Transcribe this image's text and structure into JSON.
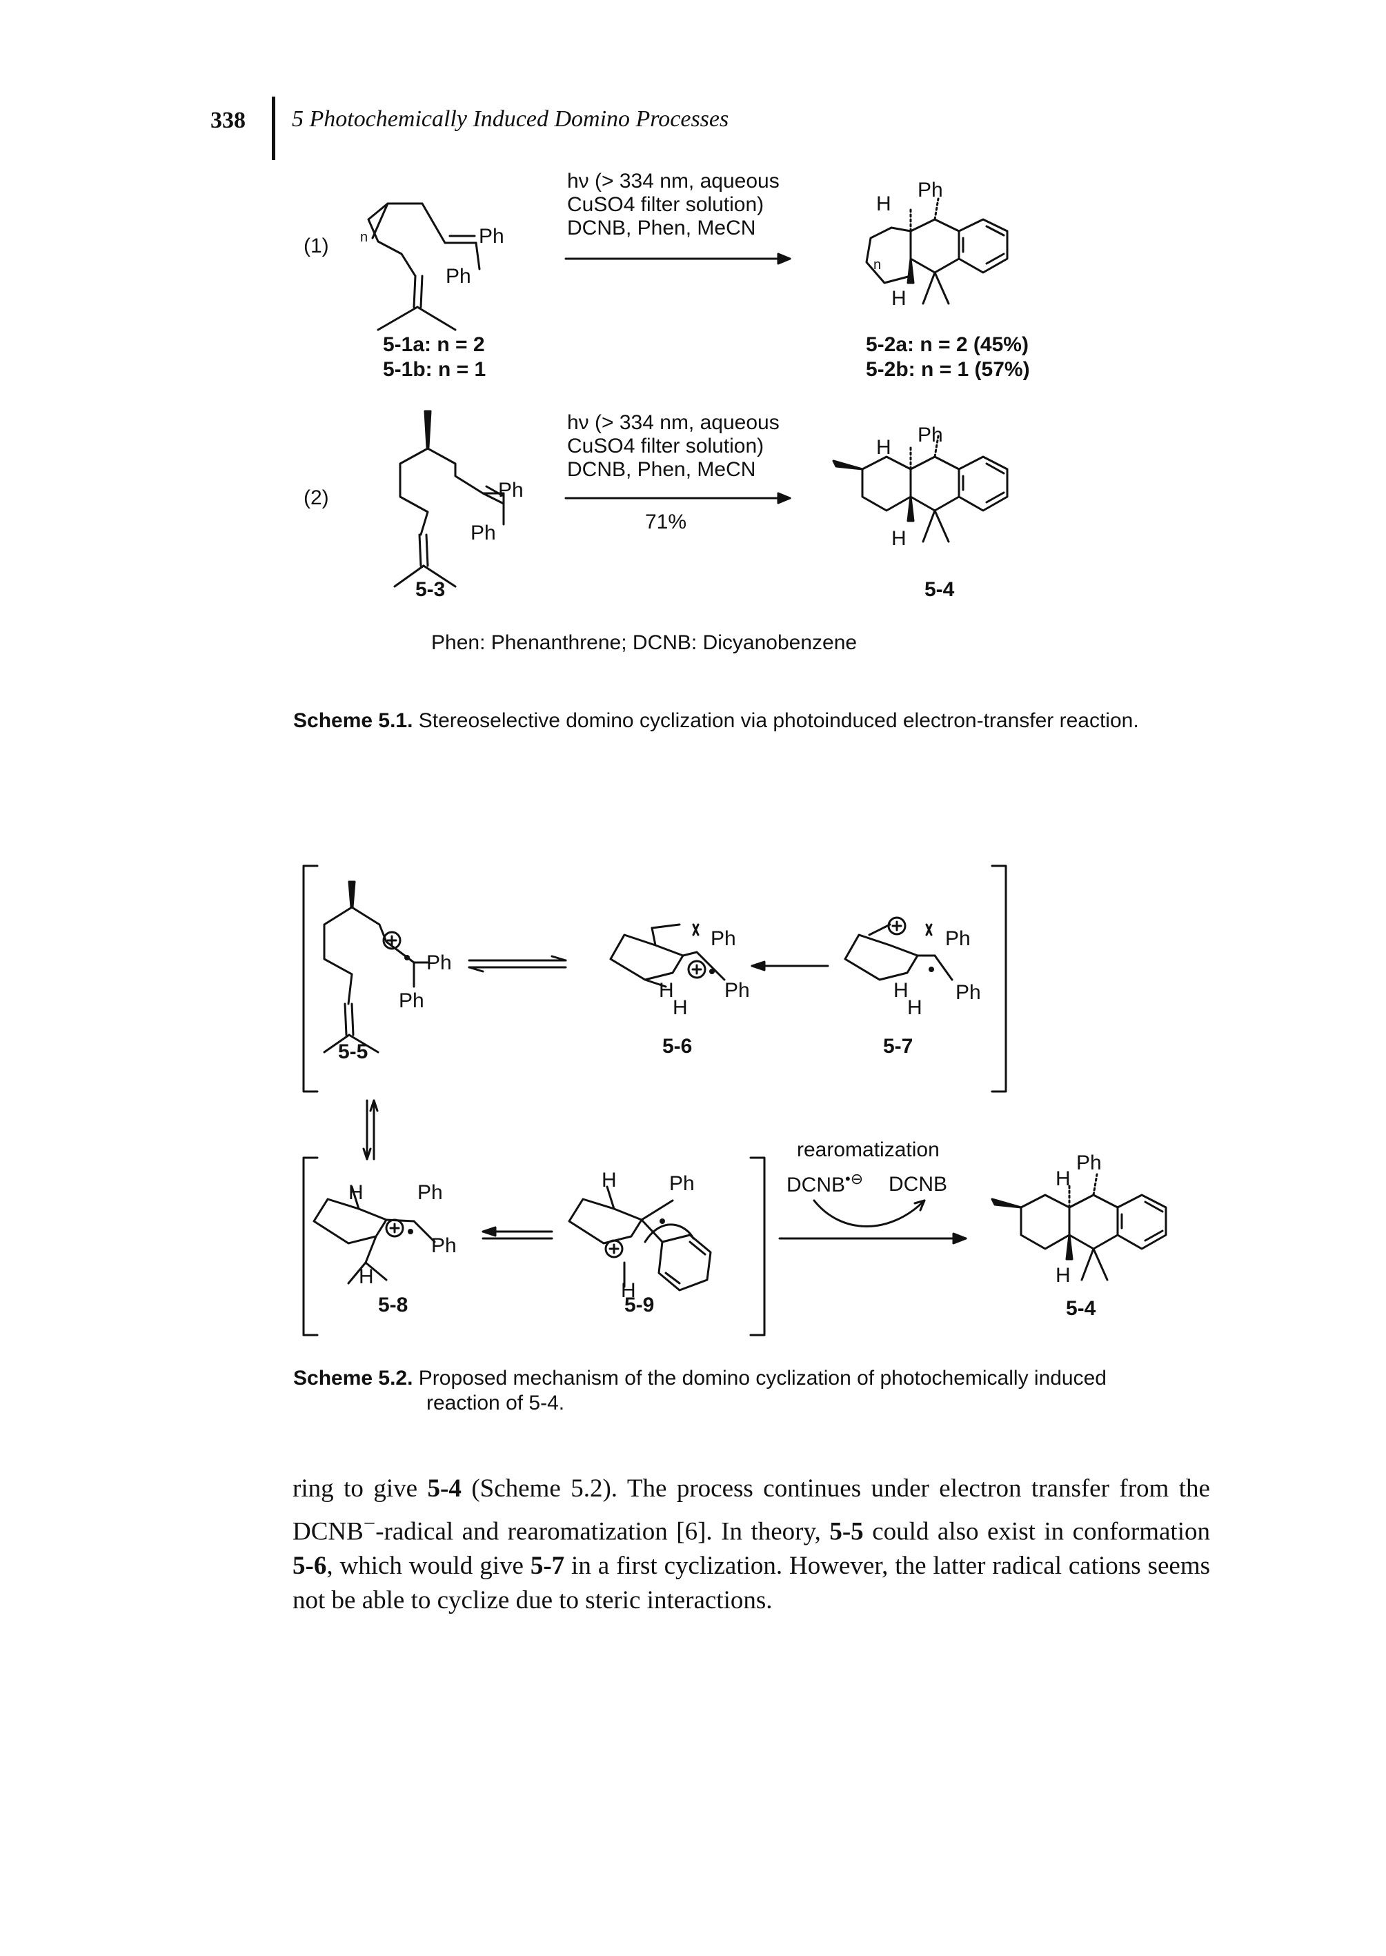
{
  "header": {
    "page_number": "338",
    "running_title": "5 Photochemically Induced Domino Processes"
  },
  "scheme1": {
    "reaction1": {
      "label": "(1)",
      "conditions": [
        "hν (> 334 nm, aqueous",
        "CuSO4 filter solution)",
        "DCNB, Phen, MeCN"
      ],
      "sm_labels": [
        "5-1a: n = 2",
        "5-1b: n = 1"
      ],
      "product_labels": [
        "5-2a: n = 2 (45%)",
        "5-2b: n = 1 (57%)"
      ]
    },
    "reaction2": {
      "label": "(2)",
      "conditions": [
        "hν (> 334 nm, aqueous",
        "CuSO4 filter solution)",
        "DCNB, Phen, MeCN"
      ],
      "yield": "71%",
      "sm_label": "5-3",
      "product_label": "5-4"
    },
    "footnote": "Phen: Phenanthrene; DCNB: Dicyanobenzene",
    "caption_label": "Scheme 5.1.",
    "caption_text": "Stereoselective domino cyclization via photoinduced electron-transfer reaction."
  },
  "scheme2": {
    "labels": {
      "c55": "5-5",
      "c56": "5-6",
      "c57": "5-7",
      "c58": "5-8",
      "c59": "5-9",
      "c54": "5-4"
    },
    "arrow_text": {
      "line1": "rearomatization",
      "reagent_left": "DCNB",
      "reagent_right": "DCNB"
    },
    "caption_label": "Scheme 5.2.",
    "caption_line1": "Proposed mechanism of the domino cyclization of photochemically induced",
    "caption_line2": "reaction of 5-4."
  },
  "body": {
    "p1": "ring to give ",
    "c1": "5-4",
    "p2": " (Scheme 5.2). The process continues under electron transfer from the DCNB",
    "p3": "-radical and rearomatization [6]. In theory, ",
    "c2": "5-5",
    "p4": " could also exist in conformation ",
    "c3": "5-6",
    "p5": ", which would give ",
    "c4": "5-7",
    "p6": " in a first cyclization. However, the latter radical cations seems not be able to cyclize due to steric interactions."
  }
}
